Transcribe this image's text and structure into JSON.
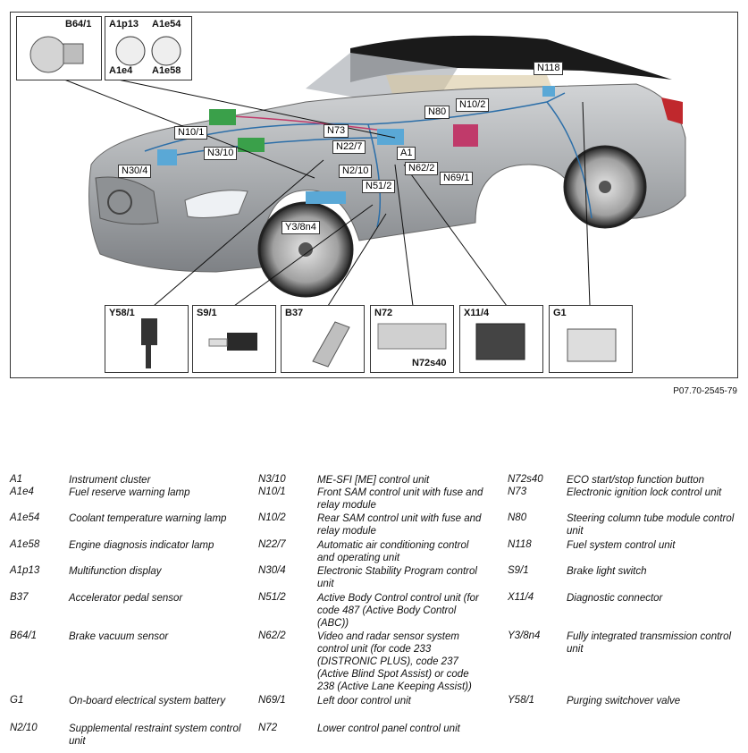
{
  "figure": {
    "callouts": [
      "N118",
      "N80",
      "N10/2",
      "N73",
      "N10/1",
      "N22/7",
      "A1",
      "N3/10",
      "N62/2",
      "N2/10",
      "N30/4",
      "N69/1",
      "N51/2",
      "Y3/8n4"
    ],
    "insets_top": [
      {
        "code": "B64/1"
      },
      {
        "codes": [
          "A1p13",
          "A1e54",
          "A1e4",
          "A1e58"
        ]
      }
    ],
    "insets_bottom": [
      {
        "code": "Y58/1"
      },
      {
        "code": "S9/1"
      },
      {
        "code": "B37"
      },
      {
        "code": "N72",
        "sub": "N72s40"
      },
      {
        "code": "X11/4"
      },
      {
        "code": "G1"
      }
    ]
  },
  "reference": "P07.70-2545-79",
  "legend": [
    [
      {
        "code": "A1",
        "desc": "Instrument cluster"
      },
      {
        "code": "A1e4",
        "desc": "Fuel reserve warning lamp"
      },
      {
        "code": "A1e54",
        "desc": "Coolant temperature warning lamp"
      },
      {
        "code": "A1e58",
        "desc": "Engine diagnosis indicator lamp"
      },
      {
        "code": "A1p13",
        "desc": "Multifunction display"
      },
      {
        "code": "B37",
        "desc": "Accelerator pedal sensor"
      },
      {
        "code": "B64/1",
        "desc": "Brake vacuum sensor"
      },
      {
        "code": "G1",
        "desc": "On-board electrical system battery"
      },
      {
        "code": "N2/10",
        "desc": "Supplemental restraint system control unit"
      }
    ],
    [
      {
        "code": "N3/10",
        "desc": "ME-SFI [ME] control unit"
      },
      {
        "code": "N10/1",
        "desc": "Front SAM control unit with fuse and relay module"
      },
      {
        "code": "N10/2",
        "desc": "Rear SAM control unit with fuse and relay module"
      },
      {
        "code": "N22/7",
        "desc": "Automatic air conditioning control and operating unit"
      },
      {
        "code": "N30/4",
        "desc": "Electronic Stability Program control unit"
      },
      {
        "code": "N51/2",
        "desc": "Active Body Control control unit (for code 487 (Active Body Control (ABC))"
      },
      {
        "code": "N62/2",
        "desc": "Video and radar sensor system control unit (for code 233 (DISTRONIC PLUS), code 237 (Active Blind Spot Assist) or code 238 (Active Lane Keeping Assist))"
      },
      {
        "code": "N69/1",
        "desc": "Left door control unit"
      },
      {
        "code": "N72",
        "desc": "Lower control panel control unit"
      }
    ],
    [
      {
        "code": "N72s40",
        "desc": "ECO start/stop function button"
      },
      {
        "code": "N73",
        "desc": "Electronic ignition lock control unit"
      },
      {
        "code": "N80",
        "desc": "Steering column tube module control unit"
      },
      {
        "code": "N118",
        "desc": "Fuel system control unit"
      },
      {
        "code": "S9/1",
        "desc": "Brake light switch"
      },
      {
        "code": "X11/4",
        "desc": "Diagnostic connector"
      },
      {
        "code": "Y3/8n4",
        "desc": "Fully integrated transmission control unit"
      },
      {
        "code": "Y58/1",
        "desc": "Purging switchover valve"
      }
    ]
  ]
}
